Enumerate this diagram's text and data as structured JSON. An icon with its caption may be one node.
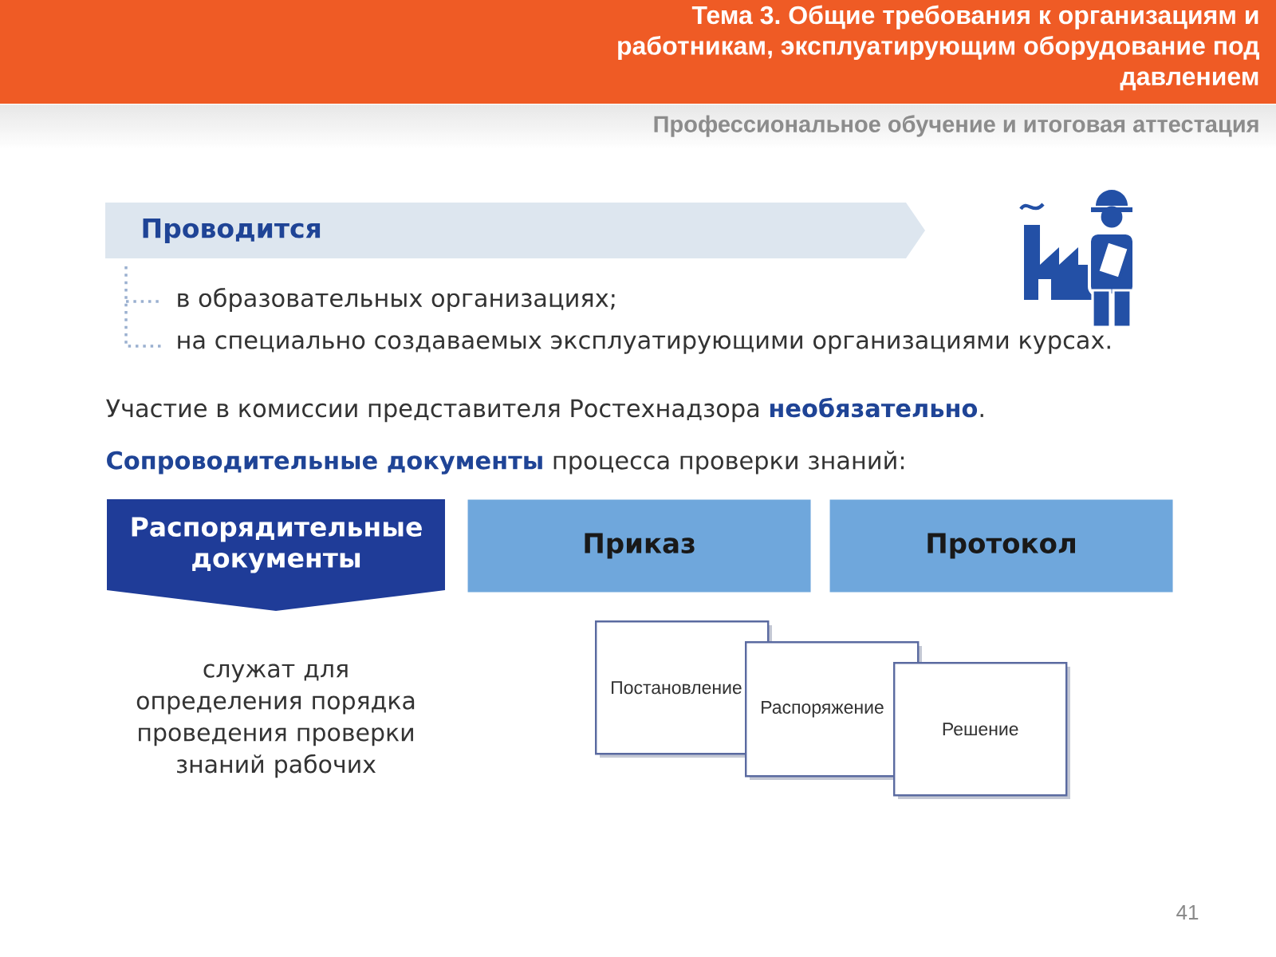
{
  "diagram": {
    "title": "Тема 3. Общие требования к организациям и работникам, эксплуатирующим оборудование под давлением",
    "nodes": [
      {
        "text": [
          "Проводится"
        ]
      },
      {
        "text": [
          "Распорядительные документы"
        ],
        "beside": [
          "служат для определения порядка проведения проверки знаний рабочих"
        ]
      },
      {
        "text": [
          "Приказ"
        ]
      },
      {
        "text": [
          "Протокол"
        ]
      },
      {
        "text": [
          "Постановление"
        ]
      },
      {
        "text": [
          "Распоряжение"
        ]
      },
      {
        "text": [
          "Решение"
        ]
      }
    ],
    "labels": [
      "Профессиональное обучение и итоговая аттестация",
      "в образовательных организациях;",
      "на специально создаваемых эксплуатирующими организациями курсах.",
      "Участие в комиссии представителя Ростехнадзора **необязательно**.",
      "**Сопроводительные документы** процесса проверки знаний:",
      "41"
    ]
  }
}
